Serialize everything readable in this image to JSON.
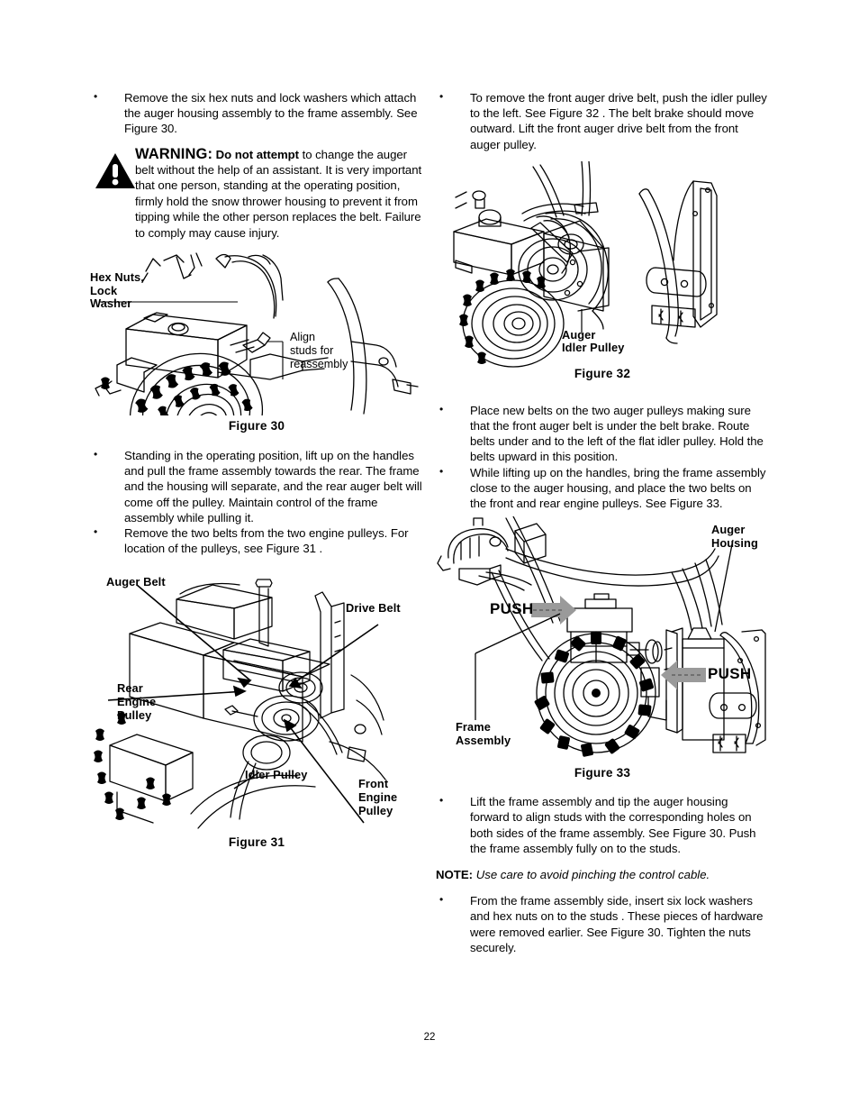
{
  "page": {
    "number": "22"
  },
  "left_column": {
    "bullets_top": [
      "Remove the six hex nuts and lock washers which attach the auger housing assembly to the frame assembly. See Figure 30."
    ],
    "warning": {
      "icon": "warning-triangle-icon",
      "heading": "WARNING:",
      "lead": "Do not attempt",
      "body": " to change the auger belt without the help of an assistant. It is very important that one person, standing at the operating position, firmly hold the snow thrower housing to prevent it from tipping while the other person replaces the belt. Failure to comply may cause injury."
    },
    "figure30": {
      "caption": "Figure 30",
      "callout_hex_nuts": "Hex Nuts,\nLock\nWasher",
      "callout_align": "Align\nstuds for\nreassembly"
    },
    "bullets_mid": [
      "Standing in the operating position, lift up on the handles and pull the frame assembly towards the rear. The frame and the housing will separate, and the rear auger belt will come off the pulley. Maintain control of the frame assembly while pulling it.",
      "Remove the two belts from the two engine pulleys. For location of the pulleys, see Figure 31 ."
    ],
    "figure31": {
      "caption": "Figure 31",
      "callout_auger_belt": "Auger Belt",
      "callout_drive_belt": "Drive Belt",
      "callout_rear_engine_pulley": "Rear\nEngine\nPulley",
      "callout_idler_pulley": "Idler Pulley",
      "callout_front_engine_pulley": "Front\nEngine\nPulley"
    }
  },
  "right_column": {
    "bullets_top": [
      "To remove the front auger drive belt, push the idler pulley to the left. See Figure 32 . The belt brake should move outward.  Lift the front auger drive belt from the front auger pulley."
    ],
    "figure32": {
      "caption": "Figure 32",
      "callout_auger_idler_pulley": "Auger\nIdler Pulley"
    },
    "bullets_mid": [
      "Place new belts on the two auger pulleys making sure that the front auger belt is under the belt brake. Route belts under and to the left of the flat idler pulley. Hold the belts upward in this position.",
      "While lifting up on the handles, bring the frame assembly close to the auger housing, and place the two belts on the front and rear engine pulleys. See Figure 33."
    ],
    "figure33": {
      "caption": "Figure 33",
      "callout_auger_housing": "Auger\nHousing",
      "callout_frame_assembly": "Frame\nAssembly",
      "push_left": "PUSH",
      "push_right": "PUSH"
    },
    "bullets_bottom_1": [
      "Lift the frame assembly and tip the auger housing forward to align studs with the corresponding holes on both sides of the frame assembly. See  Figure 30. Push the frame assembly fully on to the studs."
    ],
    "note": {
      "label": "NOTE:",
      "text": " Use care to avoid pinching the control cable."
    },
    "bullets_bottom_2": [
      "From the frame assembly side, insert six lock washers and hex nuts on to the studs . These pieces of hardware were removed earlier. See Figure 30.  Tighten the nuts securely."
    ]
  }
}
